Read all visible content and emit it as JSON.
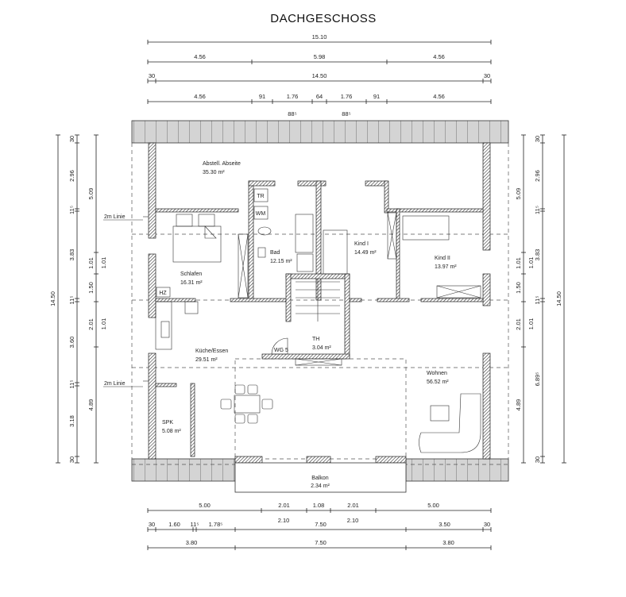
{
  "title": "DACHGESCHOSS",
  "rooms": {
    "abstell": {
      "name": "Abstell. Abseite",
      "area": "35.30 m²"
    },
    "bad": {
      "name": "Bad",
      "area": "12.15 m²"
    },
    "schlafen": {
      "name": "Schlafen",
      "area": "16.31 m²"
    },
    "kind1": {
      "name": "Kind I",
      "area": "14.49 m²"
    },
    "kind2": {
      "name": "Kind II",
      "area": "13.97 m²"
    },
    "th": {
      "name": "TH",
      "area": "3.04 m²"
    },
    "kueche": {
      "name": "Küche/Essen",
      "area": "29.51 m²"
    },
    "spk": {
      "name": "SPK",
      "area": "5.08 m²"
    },
    "wohnen": {
      "name": "Wohnen",
      "area": "56.52 m²"
    },
    "balkon": {
      "name": "Balkon",
      "area": "2.34 m²"
    }
  },
  "fixtures": {
    "tr": "TR",
    "wm": "WM",
    "hz": "HZ",
    "wc": "WG 5"
  },
  "annotations": {
    "line_2m_top": "2m Linie",
    "line_2m_bottom": "2m Linie"
  },
  "dimensions": {
    "top": [
      [
        "15.10"
      ],
      [
        "4.56",
        "5.98",
        "4.56"
      ],
      [
        "30",
        "14.50",
        "30"
      ],
      [
        "4.56",
        "91",
        "1.76",
        "64",
        "1.76",
        "91",
        "4.56"
      ],
      [
        "88⁵",
        "88⁵"
      ]
    ],
    "bottom": [
      [
        "5.00",
        "2.01",
        "1.08",
        "2.01",
        "5.00"
      ],
      [
        "2.10",
        "2.10"
      ],
      [
        "30",
        "1.60",
        "11⁵",
        "1.78⁵",
        "7.50",
        "3.50",
        "30"
      ],
      [
        "3.80",
        "7.50",
        "3.80"
      ]
    ],
    "left": [
      [
        "14.50"
      ],
      [
        "30",
        "2.96",
        "11⁵",
        "3.83",
        "11⁵",
        "3.60",
        "11⁵",
        "3.18",
        "30"
      ],
      [
        "5.09",
        "1.01",
        "1.50",
        "2.01",
        "4.89"
      ],
      [
        "1.01",
        "1.01"
      ]
    ],
    "right": [
      [
        "5.09",
        "1.01",
        "1.50",
        "2.01",
        "4.89"
      ],
      [
        "1.01",
        "1.01"
      ],
      [
        "30",
        "2.96",
        "11⁵",
        "3.83",
        "11⁵",
        "6.89⁵",
        "30"
      ],
      [
        "14.50"
      ]
    ]
  }
}
